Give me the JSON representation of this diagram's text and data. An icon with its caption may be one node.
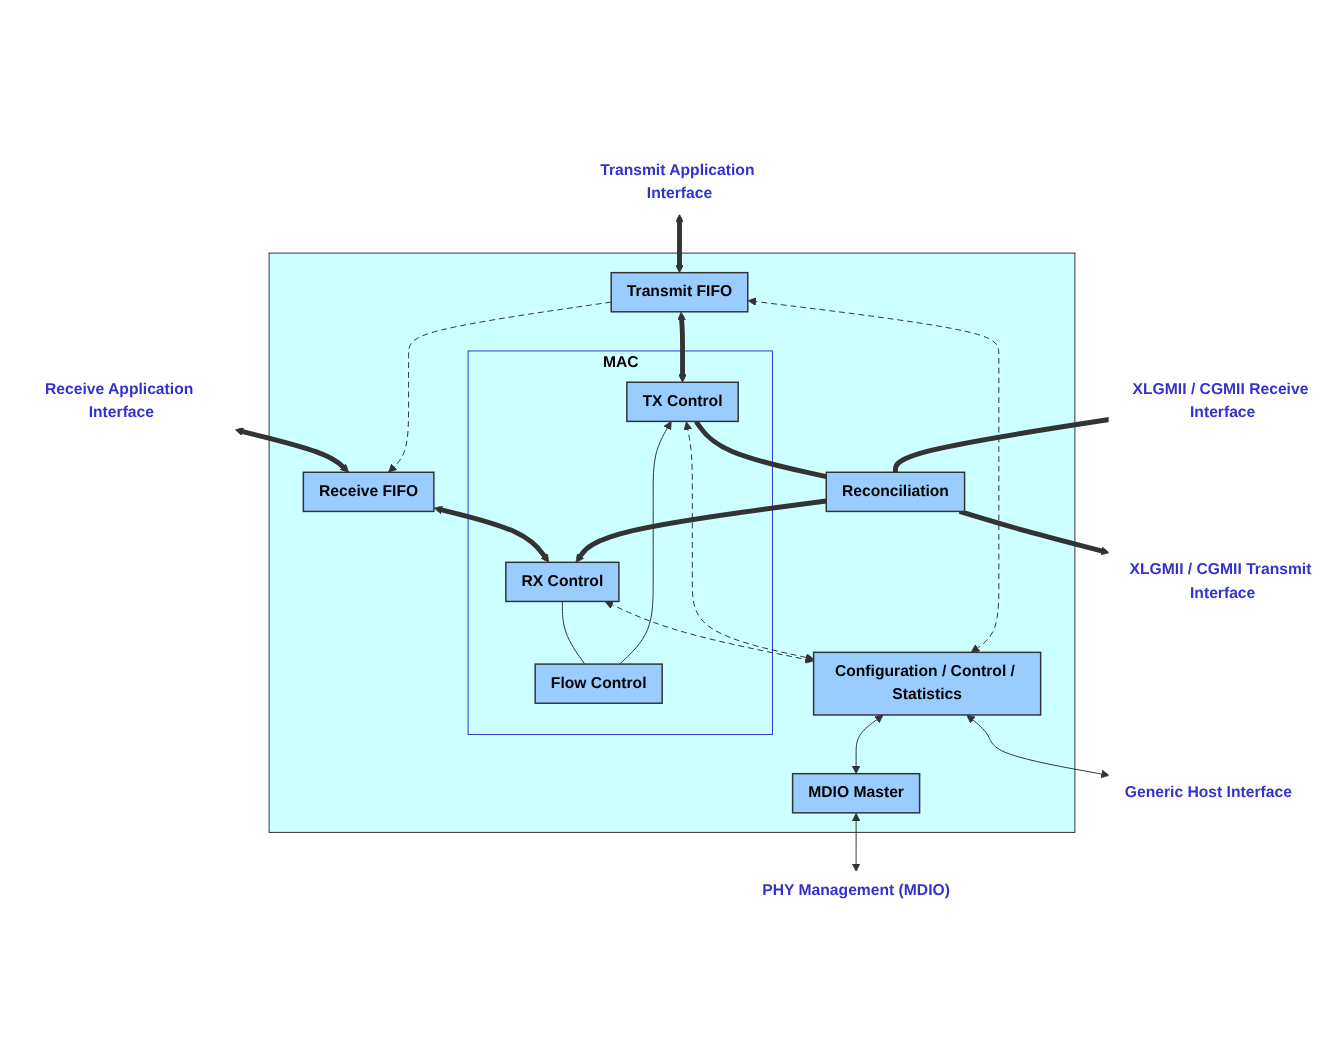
{
  "diagram": {
    "nodes": [
      {
        "text": [],
        "shape": "box"
      },
      {
        "text": [
          "MAC"
        ],
        "in": 0
      },
      {
        "text": [
          "Receive FIFO"
        ],
        "in": 0
      },
      {
        "text": [
          "RX Control"
        ],
        "in": 1
      },
      {
        "text": [
          "Reconciliation"
        ],
        "in": 0
      },
      {
        "text": [
          "Flow Control"
        ],
        "in": 1
      },
      {
        "text": [
          "Transmit FIFO"
        ],
        "in": 0
      },
      {
        "text": [
          "TX Control"
        ],
        "in": 1
      },
      {
        "text": [
          "Configuration / Control / Statistics"
        ],
        "in": 0
      },
      {
        "text": [
          "MDIO Master"
        ],
        "in": 0
      },
      {
        "text": [
          "Receive Application Interface"
        ]
      },
      {
        "text": [
          "XLGMII / CGMII Receive Interface"
        ]
      },
      {
        "text": [
          "Transmit Application Interface"
        ]
      },
      {
        "text": [
          "XLGMII / CGMII Transmit Interface"
        ]
      },
      {
        "text": [
          "PHY Management (MDIO)"
        ]
      },
      {
        "text": [
          "Generic Host Interface"
        ]
      }
    ],
    "edges": [
      {
        "from": 10,
        "to": 2,
        "arrow": "both",
        "style": "thick"
      },
      {
        "from": 2,
        "to": 3,
        "arrow": "both",
        "style": "thick"
      },
      {
        "from": 4,
        "to": 3,
        "arrow": "to",
        "style": "thick"
      },
      {
        "from": 11,
        "to": 4,
        "arrow": "none",
        "style": "thick"
      },
      {
        "from": 3,
        "to": 5,
        "arrow": "none"
      },
      {
        "from": 5,
        "to": 7,
        "arrow": "to"
      },
      {
        "from": 12,
        "to": 6,
        "arrow": "both",
        "style": "thick"
      },
      {
        "from": 6,
        "to": 7,
        "arrow": "both",
        "style": "thick"
      },
      {
        "from": 7,
        "to": 4,
        "arrow": "none",
        "style": "thick"
      },
      {
        "from": 4,
        "to": 13,
        "arrow": "to",
        "style": "thick"
      },
      {
        "from": 6,
        "to": 2,
        "arrow": "to",
        "style": "dashed"
      },
      {
        "from": 3,
        "to": 8,
        "arrow": "both",
        "style": "dashed"
      },
      {
        "from": 6,
        "to": 8,
        "arrow": "both",
        "style": "dashed"
      },
      {
        "from": 7,
        "to": 8,
        "arrow": "both",
        "style": "dashed"
      },
      {
        "from": 8,
        "to": 9,
        "arrow": "both"
      },
      {
        "from": 9,
        "to": 14,
        "arrow": "both"
      },
      {
        "from": 8,
        "to": 15,
        "arrow": "both"
      }
    ]
  }
}
